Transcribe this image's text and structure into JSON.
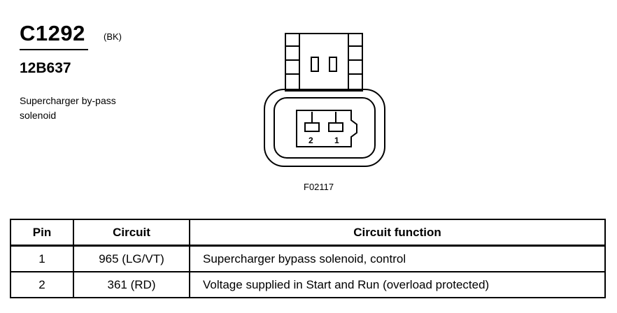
{
  "header": {
    "connector_id": "C1292",
    "color_code": "(BK)",
    "part_number": "12B637",
    "description": "Supercharger by-pass solenoid"
  },
  "figure": {
    "id": "F02117",
    "pin_labels": [
      "2",
      "1"
    ]
  },
  "table": {
    "columns": [
      "Pin",
      "Circuit",
      "Circuit function"
    ],
    "rows": [
      {
        "pin": "1",
        "circuit": "965 (LG/VT)",
        "function": "Supercharger bypass solenoid, control"
      },
      {
        "pin": "2",
        "circuit": "361 (RD)",
        "function": "Voltage supplied in Start and Run (overload protected)"
      }
    ]
  }
}
